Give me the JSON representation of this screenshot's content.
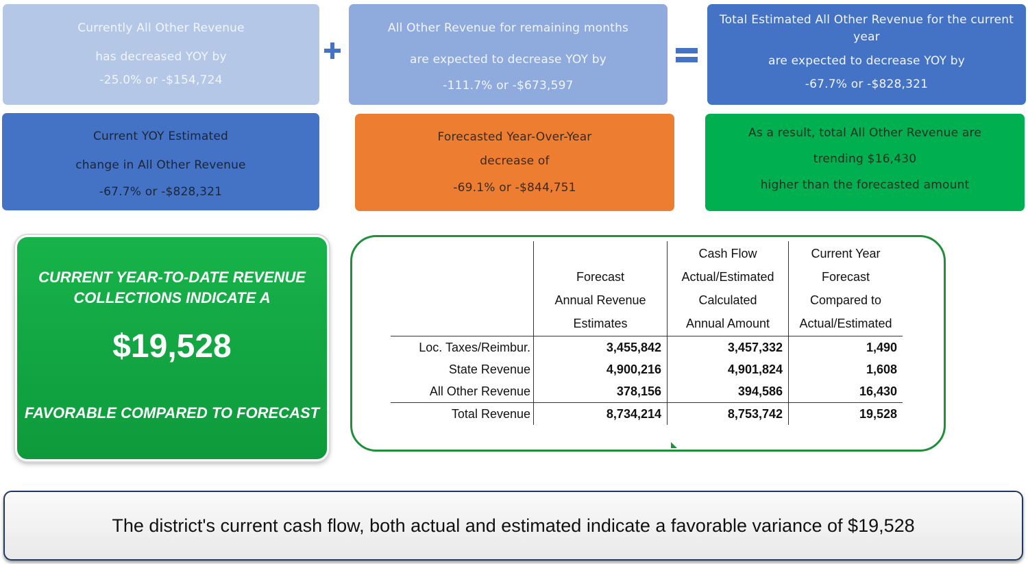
{
  "top_row": {
    "box1": {
      "line1": "Currently All Other Revenue",
      "line2": "has decreased YOY by",
      "line3": "-25.0% or -$154,724"
    },
    "box2": {
      "line1": "All Other Revenue for remaining months",
      "line2": "are expected to decrease YOY by",
      "line3": "-111.7% or -$673,597"
    },
    "box3": {
      "line1": "Total Estimated All Other Revenue for the current year",
      "line2": "are expected to decrease YOY by",
      "line3": "-67.7% or -$828,321"
    }
  },
  "operators": {
    "plus": "plus-icon",
    "equals": "equals-icon"
  },
  "second_row": {
    "box1": {
      "line1": "Current YOY Estimated",
      "line2": "change in All Other Revenue",
      "line3": "-67.7% or -$828,321"
    },
    "box2": {
      "line1": "Forecasted Year-Over-Year",
      "line2": "decrease of",
      "line3": "-69.1% or -$844,751"
    },
    "box3": {
      "line1": "As a result, total All Other Revenue are",
      "line2": "trending $16,430",
      "line3": "higher than the forecasted amount"
    }
  },
  "callout": {
    "line1": "CURRENT YEAR-TO-DATE REVENUE",
    "line2": "COLLECTIONS INDICATE A",
    "amount": "$19,528",
    "line3": "FAVORABLE COMPARED TO FORECAST"
  },
  "table": {
    "headers": [
      [
        "",
        "",
        "",
        ""
      ],
      [
        "",
        "",
        "Cash Flow",
        "Current Year"
      ],
      [
        "",
        "Forecast",
        "Actual/Estimated",
        "Forecast"
      ],
      [
        "",
        "Annual Revenue",
        "Calculated",
        "Compared to"
      ],
      [
        "",
        "Estimates",
        "Annual Amount",
        "Actual/Estimated"
      ]
    ],
    "rows": [
      [
        "Loc. Taxes/Reimbur.",
        "3,455,842",
        "3,457,332",
        "1,490"
      ],
      [
        "State Revenue",
        "4,900,216",
        "4,901,824",
        "1,608"
      ],
      [
        "All Other Revenue",
        "378,156",
        "394,586",
        "16,430"
      ]
    ],
    "total": [
      "Total Revenue",
      "8,734,214",
      "8,753,742",
      "19,528"
    ]
  },
  "banner": {
    "text": "The district's current cash flow, both actual and estimated indicate a favorable variance of $19,528"
  },
  "colors": {
    "light_blue": "#b4c7e7",
    "medium_light_blue": "#8faadc",
    "blue": "#4472c4",
    "orange": "#ed7d31",
    "green": "#00b050",
    "dark_green": "#1f8f3a"
  }
}
